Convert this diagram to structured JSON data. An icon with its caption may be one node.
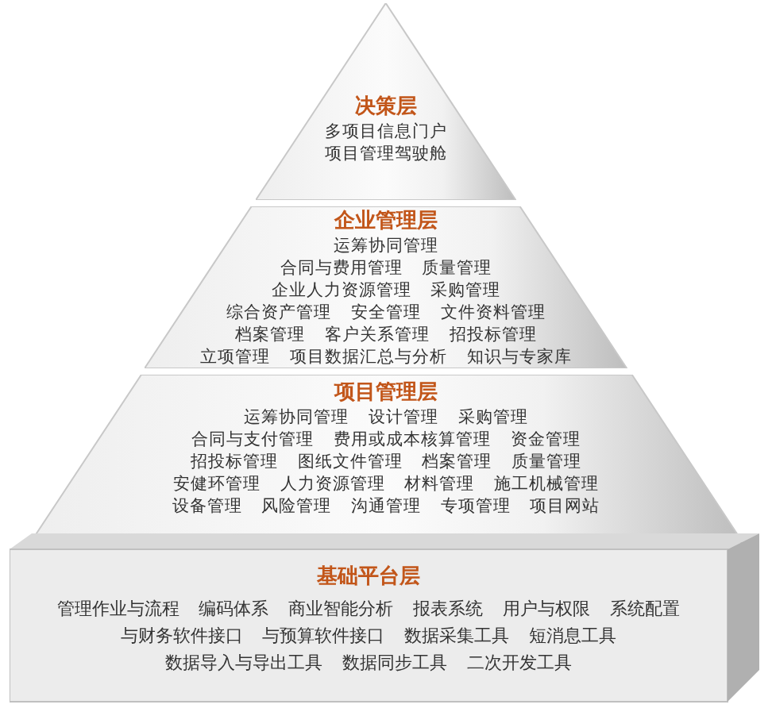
{
  "diagram": {
    "nodes": [
      {
        "text": [
          "决策层",
          "多项目信息门户",
          "项目管理驾驶舱"
        ]
      },
      {
        "text": [
          "企业管理层",
          "运筹协同管理",
          "合同与费用管理 质量管理",
          "企业人力资源管理 采购管理",
          "综合资产管理 安全管理 文件资料管理",
          "档案管理 客户关系管理 招投标管理",
          "立项管理 项目数据汇总与分析 知识与专家库"
        ]
      },
      {
        "text": [
          "项目管理层",
          "运筹协同管理 设计管理 采购管理",
          "合同与支付管理 费用或成本核算管理 资金管理",
          "招投标管理 图纸文件管理 档案管理 质量管理",
          "安健环管理 人力资源管理 材料管理 施工机械管理",
          "设备管理 风险管理 沟通管理 专项管理 项目网站"
        ]
      },
      {
        "text": [
          "基础平台层",
          "管理作业与流程 编码体系 商业智能分析 报表系统 用户与权限 系统配置",
          "与财务软件接口 与预算软件接口 数据采集工具 短消息工具",
          "数据导入与导出工具 数据同步工具 二次开发工具"
        ]
      }
    ]
  }
}
